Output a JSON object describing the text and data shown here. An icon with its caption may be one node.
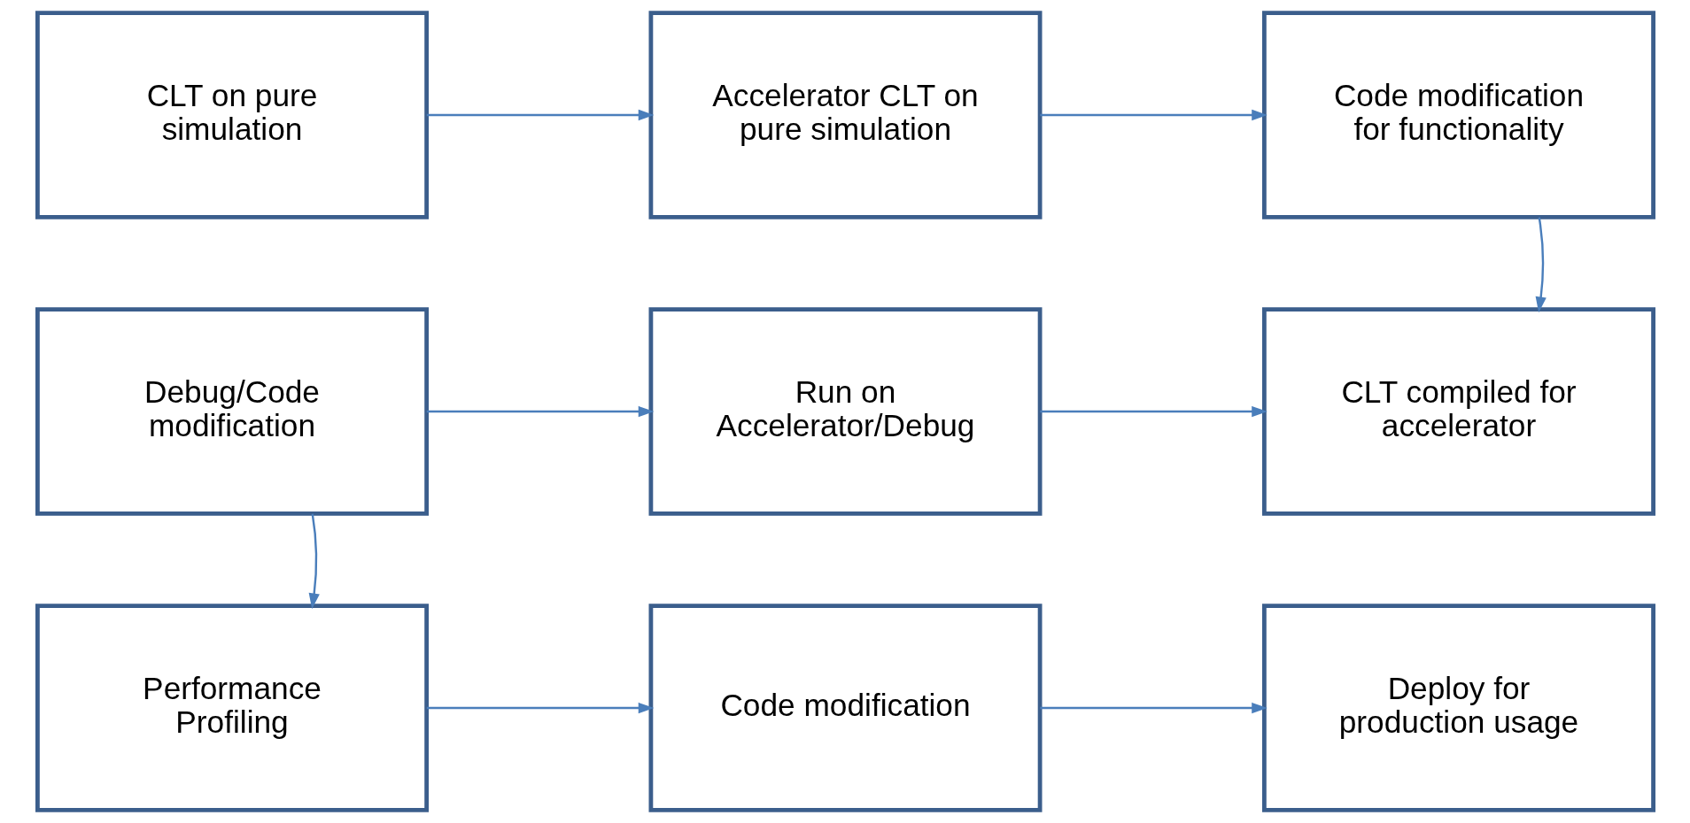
{
  "diagram": {
    "nodes": [
      {
        "text": [
          "CLT on pure simulation"
        ]
      },
      {
        "text": [
          "Accelerator CLT on pure simulation"
        ]
      },
      {
        "text": [
          "Code modification for functionality"
        ]
      },
      {
        "text": [
          "Debug/Code modification"
        ]
      },
      {
        "text": [
          "Run on Accelerator/Debug"
        ]
      },
      {
        "text": [
          "CLT compiled for accelerator"
        ]
      },
      {
        "text": [
          "Performance Profiling"
        ]
      },
      {
        "text": [
          "Code modification"
        ]
      },
      {
        "text": [
          "Deploy for production usage"
        ]
      }
    ],
    "edges": [
      {
        "from": 0,
        "to": 1,
        "arrow": "to"
      },
      {
        "from": 1,
        "to": 2,
        "arrow": "to"
      },
      {
        "from": 2,
        "to": 5,
        "arrow": "to"
      },
      {
        "from": 3,
        "to": 4,
        "arrow": "to"
      },
      {
        "from": 4,
        "to": 5,
        "arrow": "to"
      },
      {
        "from": 3,
        "to": 6,
        "arrow": "to"
      },
      {
        "from": 6,
        "to": 7,
        "arrow": "to"
      },
      {
        "from": 7,
        "to": 8,
        "arrow": "to"
      }
    ]
  }
}
